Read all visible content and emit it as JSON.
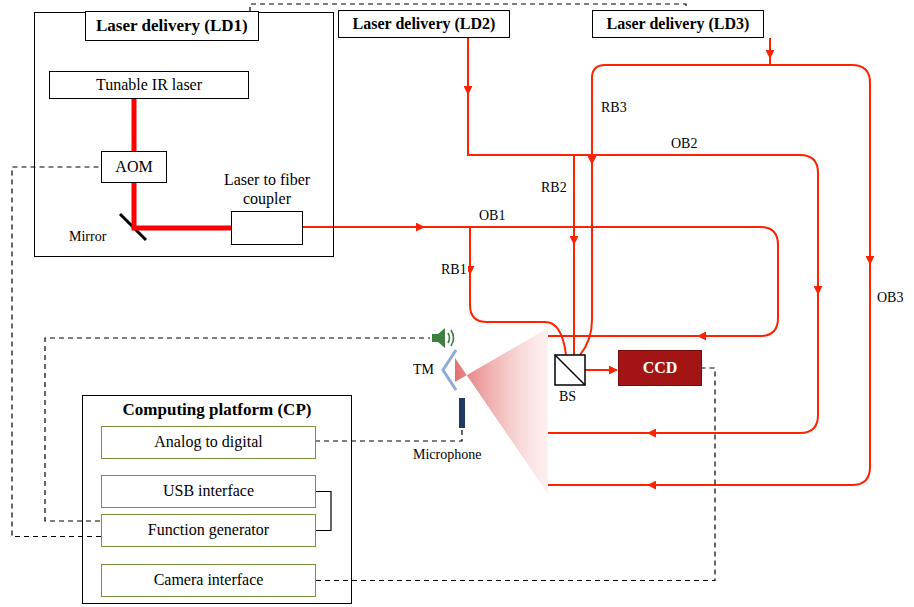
{
  "diagram": {
    "nodes": [
      {
        "text": [
          "Laser delivery (LD1)"
        ]
      },
      {
        "text": [
          "Tunable IR laser"
        ],
        "in": 0
      },
      {
        "text": [
          "AOM"
        ],
        "in": 0
      },
      {
        "text": [
          "Laser to fiber coupler"
        ],
        "in": 0
      },
      {
        "text": [
          "Laser delivery (LD2)"
        ]
      },
      {
        "text": [
          "Laser delivery (LD3)"
        ]
      },
      {
        "text": [
          "Computing platform (CP)"
        ]
      },
      {
        "text": [
          "Analog to digital"
        ],
        "in": 6
      },
      {
        "text": [
          "USB interface"
        ],
        "in": 6
      },
      {
        "text": [
          "Function generator"
        ],
        "in": 6
      },
      {
        "text": [
          "Camera interface"
        ],
        "in": 6
      },
      {
        "text": [
          "CCD"
        ]
      }
    ],
    "edges": [
      {
        "from": 1,
        "to": 2,
        "arrow": "none"
      },
      {
        "from": 2,
        "to": 3,
        "arrow": "none"
      },
      {
        "from": 8,
        "to": 9,
        "arrow": "none"
      },
      {
        "from": 9,
        "to": 2,
        "arrow": "none"
      },
      {
        "from": 10,
        "to": 11,
        "arrow": "none"
      },
      {
        "from": 0,
        "to": 5,
        "arrow": "none"
      }
    ],
    "labels": [
      "Mirror",
      "OB1",
      "RB1",
      "OB2",
      "RB2",
      "RB3",
      "OB3",
      "TM",
      "BS",
      "Microphone"
    ]
  }
}
